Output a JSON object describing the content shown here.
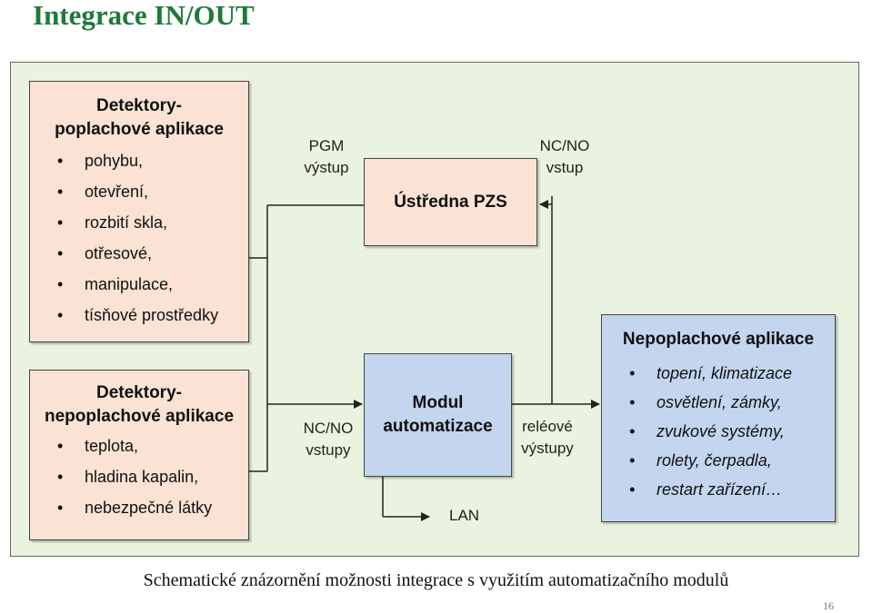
{
  "title": "Integrace IN/OUT",
  "detectors_alarm": {
    "heading": [
      "Detektory-",
      "poplachové aplikace"
    ],
    "items": [
      "pohybu,",
      "otevření,",
      "rozbití skla,",
      "otřesové,",
      "manipulace,",
      "tísňové prostředky"
    ]
  },
  "detectors_nonalarm": {
    "heading": [
      "Detektory-",
      "nepoplachové aplikace"
    ],
    "items": [
      "teplota,",
      "hladina kapalin,",
      "nebezpečné látky"
    ]
  },
  "central_unit": {
    "label": "Ústředna PZS"
  },
  "automation_module": {
    "label": [
      "Modul",
      "automatizace"
    ]
  },
  "nonalarm_apps": {
    "heading": "Nepoplachové aplikace",
    "items": [
      "topení, klimatizace",
      "osvětlení, zámky,",
      "zvukové systémy,",
      "rolety, čerpadla,",
      "restart zařízení…"
    ]
  },
  "labels": {
    "pgm_output": [
      "PGM",
      "výstup"
    ],
    "ncno_input": [
      "NC/NO",
      "vstup"
    ],
    "ncno_inputs": [
      "NC/NO",
      "vstupy"
    ],
    "relay_outputs": [
      "reléové",
      "výstupy"
    ],
    "lan": "LAN"
  },
  "caption": "Schematické znázornění možnosti integrace s využitím automatizačního modulů",
  "page_number": "16",
  "colors": {
    "title": "#1f7a3a",
    "panel": "#eaf3df",
    "peach_box": "#fae2d4",
    "blue_box": "#c3d5ef"
  }
}
